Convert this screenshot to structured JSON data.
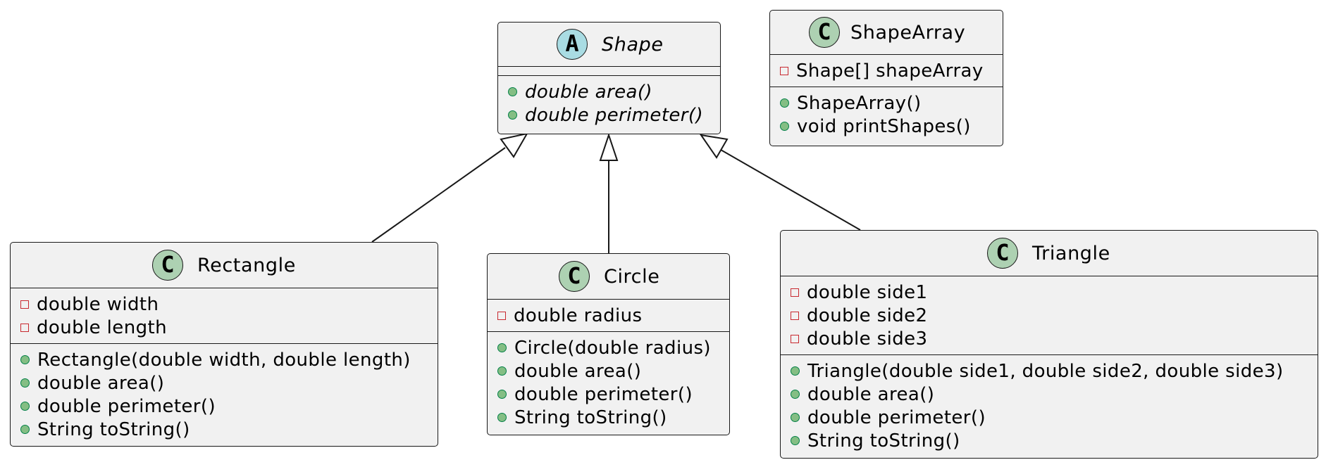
{
  "diagram": {
    "classes": {
      "shape": {
        "name": "Shape",
        "stereotype": "A",
        "attributes": [],
        "methods": [
          {
            "visibility": "public",
            "text": "double area()"
          },
          {
            "visibility": "public",
            "text": "double perimeter()"
          }
        ]
      },
      "shapearray": {
        "name": "ShapeArray",
        "stereotype": "C",
        "attributes": [
          {
            "visibility": "private",
            "text": "Shape[] shapeArray"
          }
        ],
        "methods": [
          {
            "visibility": "public",
            "text": "ShapeArray()"
          },
          {
            "visibility": "public",
            "text": "void printShapes()"
          }
        ]
      },
      "rectangle": {
        "name": "Rectangle",
        "stereotype": "C",
        "attributes": [
          {
            "visibility": "private",
            "text": "double width"
          },
          {
            "visibility": "private",
            "text": "double length"
          }
        ],
        "methods": [
          {
            "visibility": "public",
            "text": "Rectangle(double width, double length)"
          },
          {
            "visibility": "public",
            "text": "double area()"
          },
          {
            "visibility": "public",
            "text": "double perimeter()"
          },
          {
            "visibility": "public",
            "text": "String toString()"
          }
        ]
      },
      "circle": {
        "name": "Circle",
        "stereotype": "C",
        "attributes": [
          {
            "visibility": "private",
            "text": "double radius"
          }
        ],
        "methods": [
          {
            "visibility": "public",
            "text": "Circle(double radius)"
          },
          {
            "visibility": "public",
            "text": "double area()"
          },
          {
            "visibility": "public",
            "text": "double perimeter()"
          },
          {
            "visibility": "public",
            "text": "String toString()"
          }
        ]
      },
      "triangle": {
        "name": "Triangle",
        "stereotype": "C",
        "attributes": [
          {
            "visibility": "private",
            "text": "double side1"
          },
          {
            "visibility": "private",
            "text": "double side2"
          },
          {
            "visibility": "private",
            "text": "double side3"
          }
        ],
        "methods": [
          {
            "visibility": "public",
            "text": "Triangle(double side1, double side2, double side3)"
          },
          {
            "visibility": "public",
            "text": "double area()"
          },
          {
            "visibility": "public",
            "text": "double perimeter()"
          },
          {
            "visibility": "public",
            "text": "String toString()"
          }
        ]
      }
    },
    "relations": [
      {
        "type": "generalization",
        "from": "Rectangle",
        "to": "Shape"
      },
      {
        "type": "generalization",
        "from": "Circle",
        "to": "Shape"
      },
      {
        "type": "generalization",
        "from": "Triangle",
        "to": "Shape"
      }
    ]
  }
}
